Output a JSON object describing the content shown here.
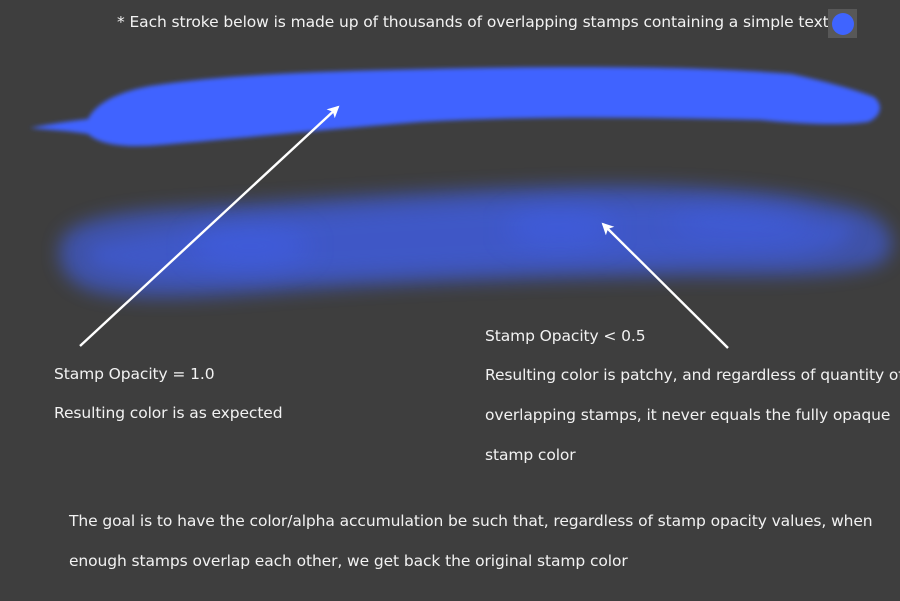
{
  "header": {
    "note": "* Each stroke below is made up of thousands of overlapping stamps containing a simple texture",
    "swatch_icon": "stamp-color-swatch"
  },
  "colors": {
    "background": "#3e3e3e",
    "stroke": "#3f64ff",
    "swatch_bg": "#585858",
    "text": "#f2f2f2",
    "arrow": "#ffffff"
  },
  "strokes": [
    {
      "name": "opaque-stroke",
      "stamp_opacity": "1.0"
    },
    {
      "name": "translucent-stroke",
      "stamp_opacity": "< 0.5"
    }
  ],
  "annotations": {
    "opaque": {
      "title": "Stamp Opacity = 1.0",
      "description": "Resulting color is as expected"
    },
    "translucent": {
      "title": "Stamp Opacity < 0.5",
      "line1": "Resulting color is patchy, and regardless of quantity of",
      "line2": "overlapping stamps, it never equals the fully opaque",
      "line3": "stamp color"
    }
  },
  "goal": {
    "line1": "The goal is to have the color/alpha accumulation be such that, regardless of stamp opacity values, when",
    "line2": "enough stamps overlap each other, we get back the original stamp color"
  }
}
